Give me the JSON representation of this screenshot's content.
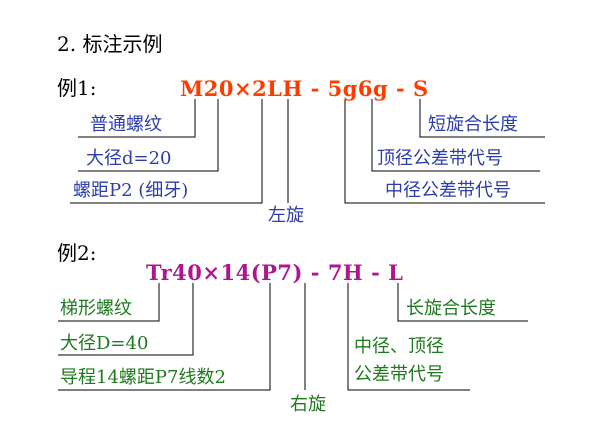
{
  "title": "2. 标注示例",
  "example1": {
    "label": "例1:",
    "code": "M20×2LH - 5g6g - S",
    "annotations": {
      "ordinary_thread": "普通螺纹",
      "major_dia": "大径d=20",
      "pitch": "螺距P2 (细牙)",
      "left_hand": "左旋",
      "short_length": "短旋合长度",
      "crest_tol": "顶径公差带代号",
      "pitch_tol": "中径公差带代号"
    }
  },
  "example2": {
    "label": "例2:",
    "code": "Tr40×14(P7) - 7H - L",
    "annotations": {
      "trapezoid_thread": "梯形螺纹",
      "major_dia": "大径D=40",
      "lead": "导程14螺距P7线数2",
      "right_hand": "右旋",
      "long_length": "长旋合长度",
      "tol_line1": "中径、顶径",
      "tol_line2": "公差带代号"
    }
  },
  "colors": {
    "code1": "#ff3c00",
    "code2": "#b0158f",
    "annot1": "#2c3eaa",
    "annot2": "#1f7a1f",
    "leader": "#000000"
  }
}
